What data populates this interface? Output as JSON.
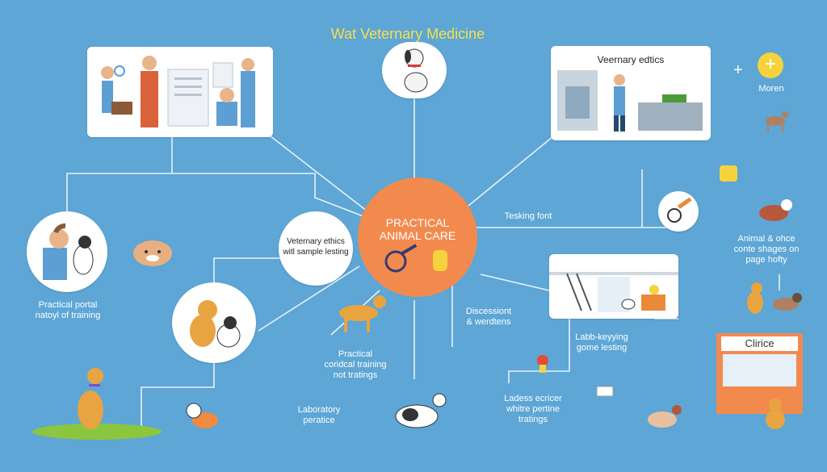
{
  "title": "Wat Veternary Medicine",
  "center": {
    "line1": "PRACTICAL",
    "line2": "ANIMAL CARE"
  },
  "ethics_card_title": "Veernary edtics",
  "ethics_circle": {
    "line1": "Veternary ethics",
    "line2": "witl sample lesting"
  },
  "labels": {
    "moren": "Moren",
    "tesking": "Tesking font",
    "animal_care": {
      "line1": "Animal & ohce",
      "line2": "conte shages on",
      "line3": "page hofty"
    },
    "practical_portal": {
      "line1": "Practical portal",
      "line2": "natoyl of training"
    },
    "discession": {
      "line1": "Discessiont",
      "line2": "& werdtens"
    },
    "practical_training": {
      "line1": "Practical",
      "line2": "coridcal training",
      "line3": "not tratings"
    },
    "labb": {
      "line1": "Labb-keyying",
      "line2": "gome lesting"
    },
    "laboratory": {
      "line1": "Laboratory",
      "line2": "peratice"
    },
    "ladess": {
      "line1": "Ladess ecricer",
      "line2": "whitre pertine",
      "line3": "tratings"
    },
    "clinic": "Clirice",
    "plus": "+"
  },
  "colors": {
    "background": "#5da6d6",
    "center": "#f28a4e",
    "title": "#f6e04a",
    "accent": "#f6d33c"
  }
}
